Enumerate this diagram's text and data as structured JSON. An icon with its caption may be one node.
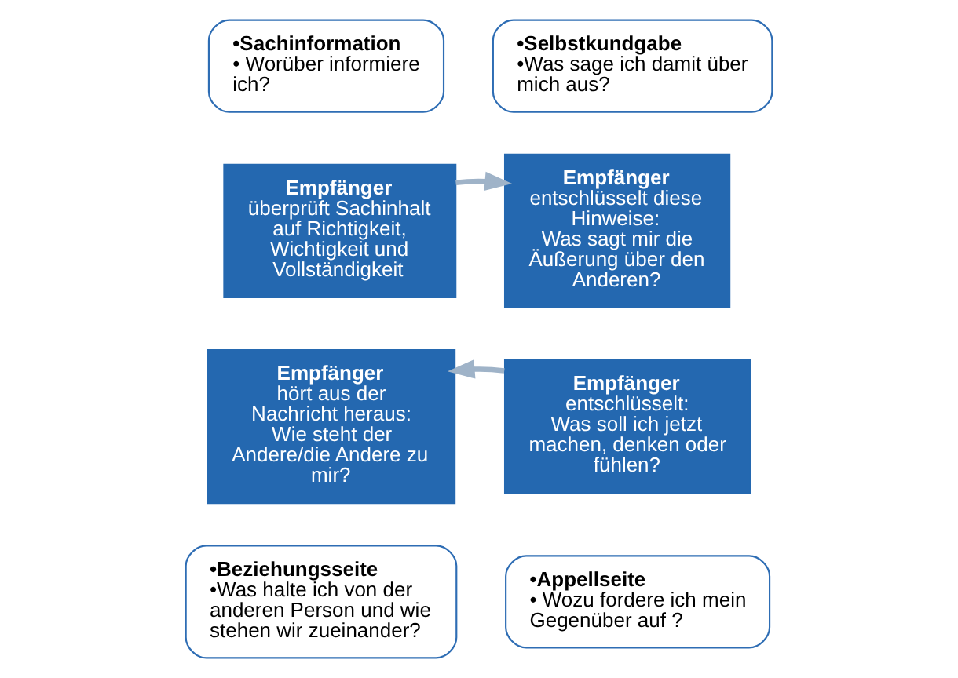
{
  "diagram": {
    "nodes": [
      {
        "text": [
          "•Sachinformation",
          "• Worüber informiere ich?"
        ]
      },
      {
        "text": [
          "Empfänger",
          "überprüft Sachinhalt auf Richtigkeit, Wichtigkeit und Vollständigkeit"
        ]
      },
      {
        "text": [
          "•Selbstkundgabe",
          "•Was sage ich damit über mich aus?"
        ]
      },
      {
        "text": [
          "Empfänger",
          "entschlüsselt diese Hinweise:",
          "Was sagt mir die Äußerung über den Anderen?"
        ]
      },
      {
        "text": [
          "•Beziehungsseite",
          "•Was halte ich von der anderen Person und wie stehen wir zueinander?"
        ]
      },
      {
        "text": [
          "Empfänger",
          "hört aus der Nachricht heraus: Wie steht der Andere/die Andere zu mir?"
        ]
      },
      {
        "text": [
          "Empfänger",
          "entschlüsselt:",
          "Was soll ich jetzt machen, denken oder fühlen?"
        ]
      },
      {
        "text": [
          "•Appellseite",
          "• Wozu fordere ich mein Gegenüber auf ?"
        ]
      }
    ],
    "edges": [
      {
        "from": 1,
        "to": 3,
        "arrow": "to"
      },
      {
        "from": 6,
        "to": 5,
        "arrow": "to"
      }
    ]
  }
}
